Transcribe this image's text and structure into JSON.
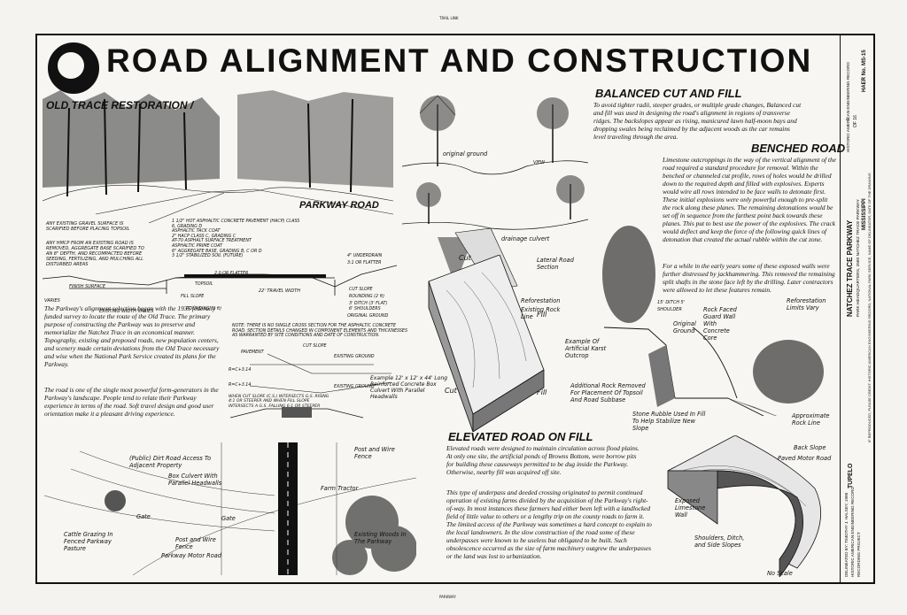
{
  "top_mark": "TRAIL LINK",
  "bottom_mark": "PARKWAY",
  "title": "ROAD ALIGNMENT AND CONSTRUCTION",
  "old_trace_title": "OLD TRACE RESTORATION /",
  "parkway_road": "PARKWAY ROAD",
  "left_labels": [
    "ANY EXISTING GRAVEL SURFACE IS SCARIFIED BEFORE PLACING TOPSOIL",
    "ANY HMCP FROM AN EXISTING ROAD IS REMOVED, AGGREGATE BASE SCARIFIED TO AN 8\" DEPTH, AND RECOMPACTED BEFORE SEEDING, FERTILIZING, AND MULCHING ALL DISTURBED AREAS",
    "FINISH SURFACE",
    "VARIES",
    "EXISTING WIDTH VARIES"
  ],
  "section_labels": [
    "1 1/2\" HOT ASPHALTIC CONCRETE PAVEMENT (HACP) CLASS 6, GRADING D",
    "ASPHALTIC TACK COAT",
    "2\" HACP CLASS C, GRADING C",
    "AT-70 ASPHALT SURFACE TREATMENT",
    "ASPHALTIC PRIME COAT",
    "6\" AGGREGATE BASE, GRADING B, C OR D",
    "3 1/2\" STABILIZED SOIL (FUTURE)",
    "TOPSOIL",
    "2.0 OR FLATTER",
    "22' TRAVEL WIDTH",
    "FILL SLOPE",
    "ROUNDING (3 ft)",
    "4\" UNDERDRAIN",
    "3:1 OR FLATTER",
    "CUT SLOPE",
    "ROUNDING (2 ft)",
    "3' DITCH (3' FLAT)",
    "6' SHOULDERS",
    "ORIGINAL GROUND"
  ],
  "note": "NOTE: THERE IS NO SINGLE CROSS SECTION FOR THE ASPHALTIC CONCRETE ROAD. SECTION DETAILS CHANGED IN COMPONENT ELEMENTS AND THICKNESSES AS WARRANTED BY SITE CONDITIONS AND DATE OF CONSTRUCTION.",
  "formula_labels": [
    "CUT SLOPE",
    "PAVEMENT",
    "EXISTING GROUND",
    "R=C+3.14",
    "R=C+3.14",
    "EXISTING GROUND",
    "WHEN CUT SLOPE (C.S.) INTERSECTS G.S. RISING 4:1 OR STEEPER AND WHEN FILL SLOPE INTERSECTS A G.S. FALLING 6:1 OR STEEPER"
  ],
  "culvert_label": "Example 12' x 12' x 44' Long Reinforced Concrete Box Culvert With Parallel Headwalls",
  "para1": "The Parkway's alignment selection began with the 1935 federally funded survey to locate the route of the Old Trace. The primary purpose of constructing the Parkway was to preserve and memorialize the Natchez Trace in an economical manner. Topography, existing and proposed roads, new population centers, and scenery made certain deviations from the Old Trace necessary and wise when the National Park Service created its plans for the Parkway.",
  "para2": "The road is one of the single most powerful form-generators in the Parkway's landscape. People tend to relate their Parkway experience in terms of the road. Soft travel design and good user orientation make it a pleasant driving experience.",
  "plan_labels": [
    "(Public) Dirt Road Access To Adjacent Property",
    "Box Culvert With Parallel Headwalls",
    "Gate",
    "Cattle Grazing In Fenced Parkway Pasture",
    "Gate",
    "Post and Wire Fence",
    "Parkway Motor Road",
    "Post and Wire Fence",
    "Farm Tractor",
    "Existing Woods In The Parkway"
  ],
  "balanced_title": "BALANCED CUT AND FILL",
  "balanced_text": "To avoid tighter radii, steeper grades, or multiple grade changes, Balanced cut and fill was used in designing the road's alignment in regions of transverse ridges. The backslopes appear as rising, manicured lawn half-moon bays and dropping swales being reclaimed by the adjacent woods as the car remains level traveling through the area.",
  "original_ground": "original ground",
  "view": "VIEW",
  "drainage": "drainage culvert",
  "lateral": "Lateral Road Section",
  "cut": "Cut",
  "fill": "Fill",
  "benched_title": "BENCHED ROAD",
  "benched_text1": "Limestone outcroppings in the way of the vertical alignment of the road required a standard procedure for removal. Within the benched or channeled cut profile, rows of holes would be drilled down to the required depth and filled with explosives. Experts would wire all rows intended to be face walls to detonate first. These initial explosions were only powerful enough to pre-split the rock along these planes. The remaining detonations would be set off in sequence from the farthest point back towards these planes. This put to best use the power of the explosives. The crack would deflect and keep the force of the following quick lines of detonation that created the actual rubble within the cut zone.",
  "benched_text2": "For a while in the early years some of these exposed walls were further distressed by jackhammering. This removed the remaining split shafts in the stone face left by the drilling. Later contractors were allowed to let these features remain.",
  "bench_labels": [
    "Reforestation",
    "Existing Rock Line",
    "Example Of Artificial Karst Outcrop",
    "15' DITCH 5' SHOULDER",
    "Original Ground",
    "Rock Faced Guard Wall With Concrete Core",
    "Reforestation Limits Vary",
    "Additional Rock Removed For Placement Of Topsoil And Road Subbase",
    "Stone Rubble Used In Fill To Help Stabilize New Slope",
    "Approximate Rock Line"
  ],
  "elevated_title": "ELEVATED ROAD ON FILL",
  "elevated_text1": "Elevated roads were designed to maintain circulation across flood plains. At only one site, the artificial ponds of Browns Bottom, were borrow pits for building these causeways permitted to be dug inside the Parkway. Otherwise, nearby fill was acquired off site.",
  "elevated_text2": "This type of underpass and deeded crossing originated to permit continued operation of existing farms divided by the acquisition of the Parkway's right-of-way. In most instances these farmers had either been left with a landlocked field of little value to others or a lengthy trip on the county roads to farm it. The limited access of the Parkway was sometimes a hard concept to explain to the local landowners. In the slow construction of the road some of these underpasses were known to be useless but obligated to be built. Such obsolescence occurred as the size of farm machinery outgrew the underpasses or the land was lost to urbanization.",
  "elev_labels": [
    "Back Slope",
    "Paved Motor Road",
    "Exposed Limestone Wall",
    "Shoulders, Ditch, and Side Slopes",
    "No Scale"
  ],
  "titleblock": {
    "project": "NATCHEZ TRACE PARKWAY",
    "sub": "PARK HEADQUARTERS, 2680 NATCHEZ TRACE PARKWAY",
    "state": "MISSISSIPPI",
    "town": "TUPELO",
    "sheet": "9",
    "of": "OF 16",
    "haer": "HAER No. MS-15",
    "delineator": "DELINEATED BY: TIMOTHY J. HALSEY, 1998",
    "program": "HISTORIC AMERICAN ENGINEERING RECORD",
    "agency": "NATIONAL PARK SERVICE",
    "survey": "HISTORIC AMERICAN ENGINEERING RECORD",
    "recording": "RECORDING PROJECT",
    "credit": "IF REPRODUCED, PLEASE CREDIT: HISTORIC AMERICAN ENGINEERING RECORD, NATIONAL PARK SERVICE, NAME OF DELINEATOR, DATE OF THE DRAWING"
  }
}
